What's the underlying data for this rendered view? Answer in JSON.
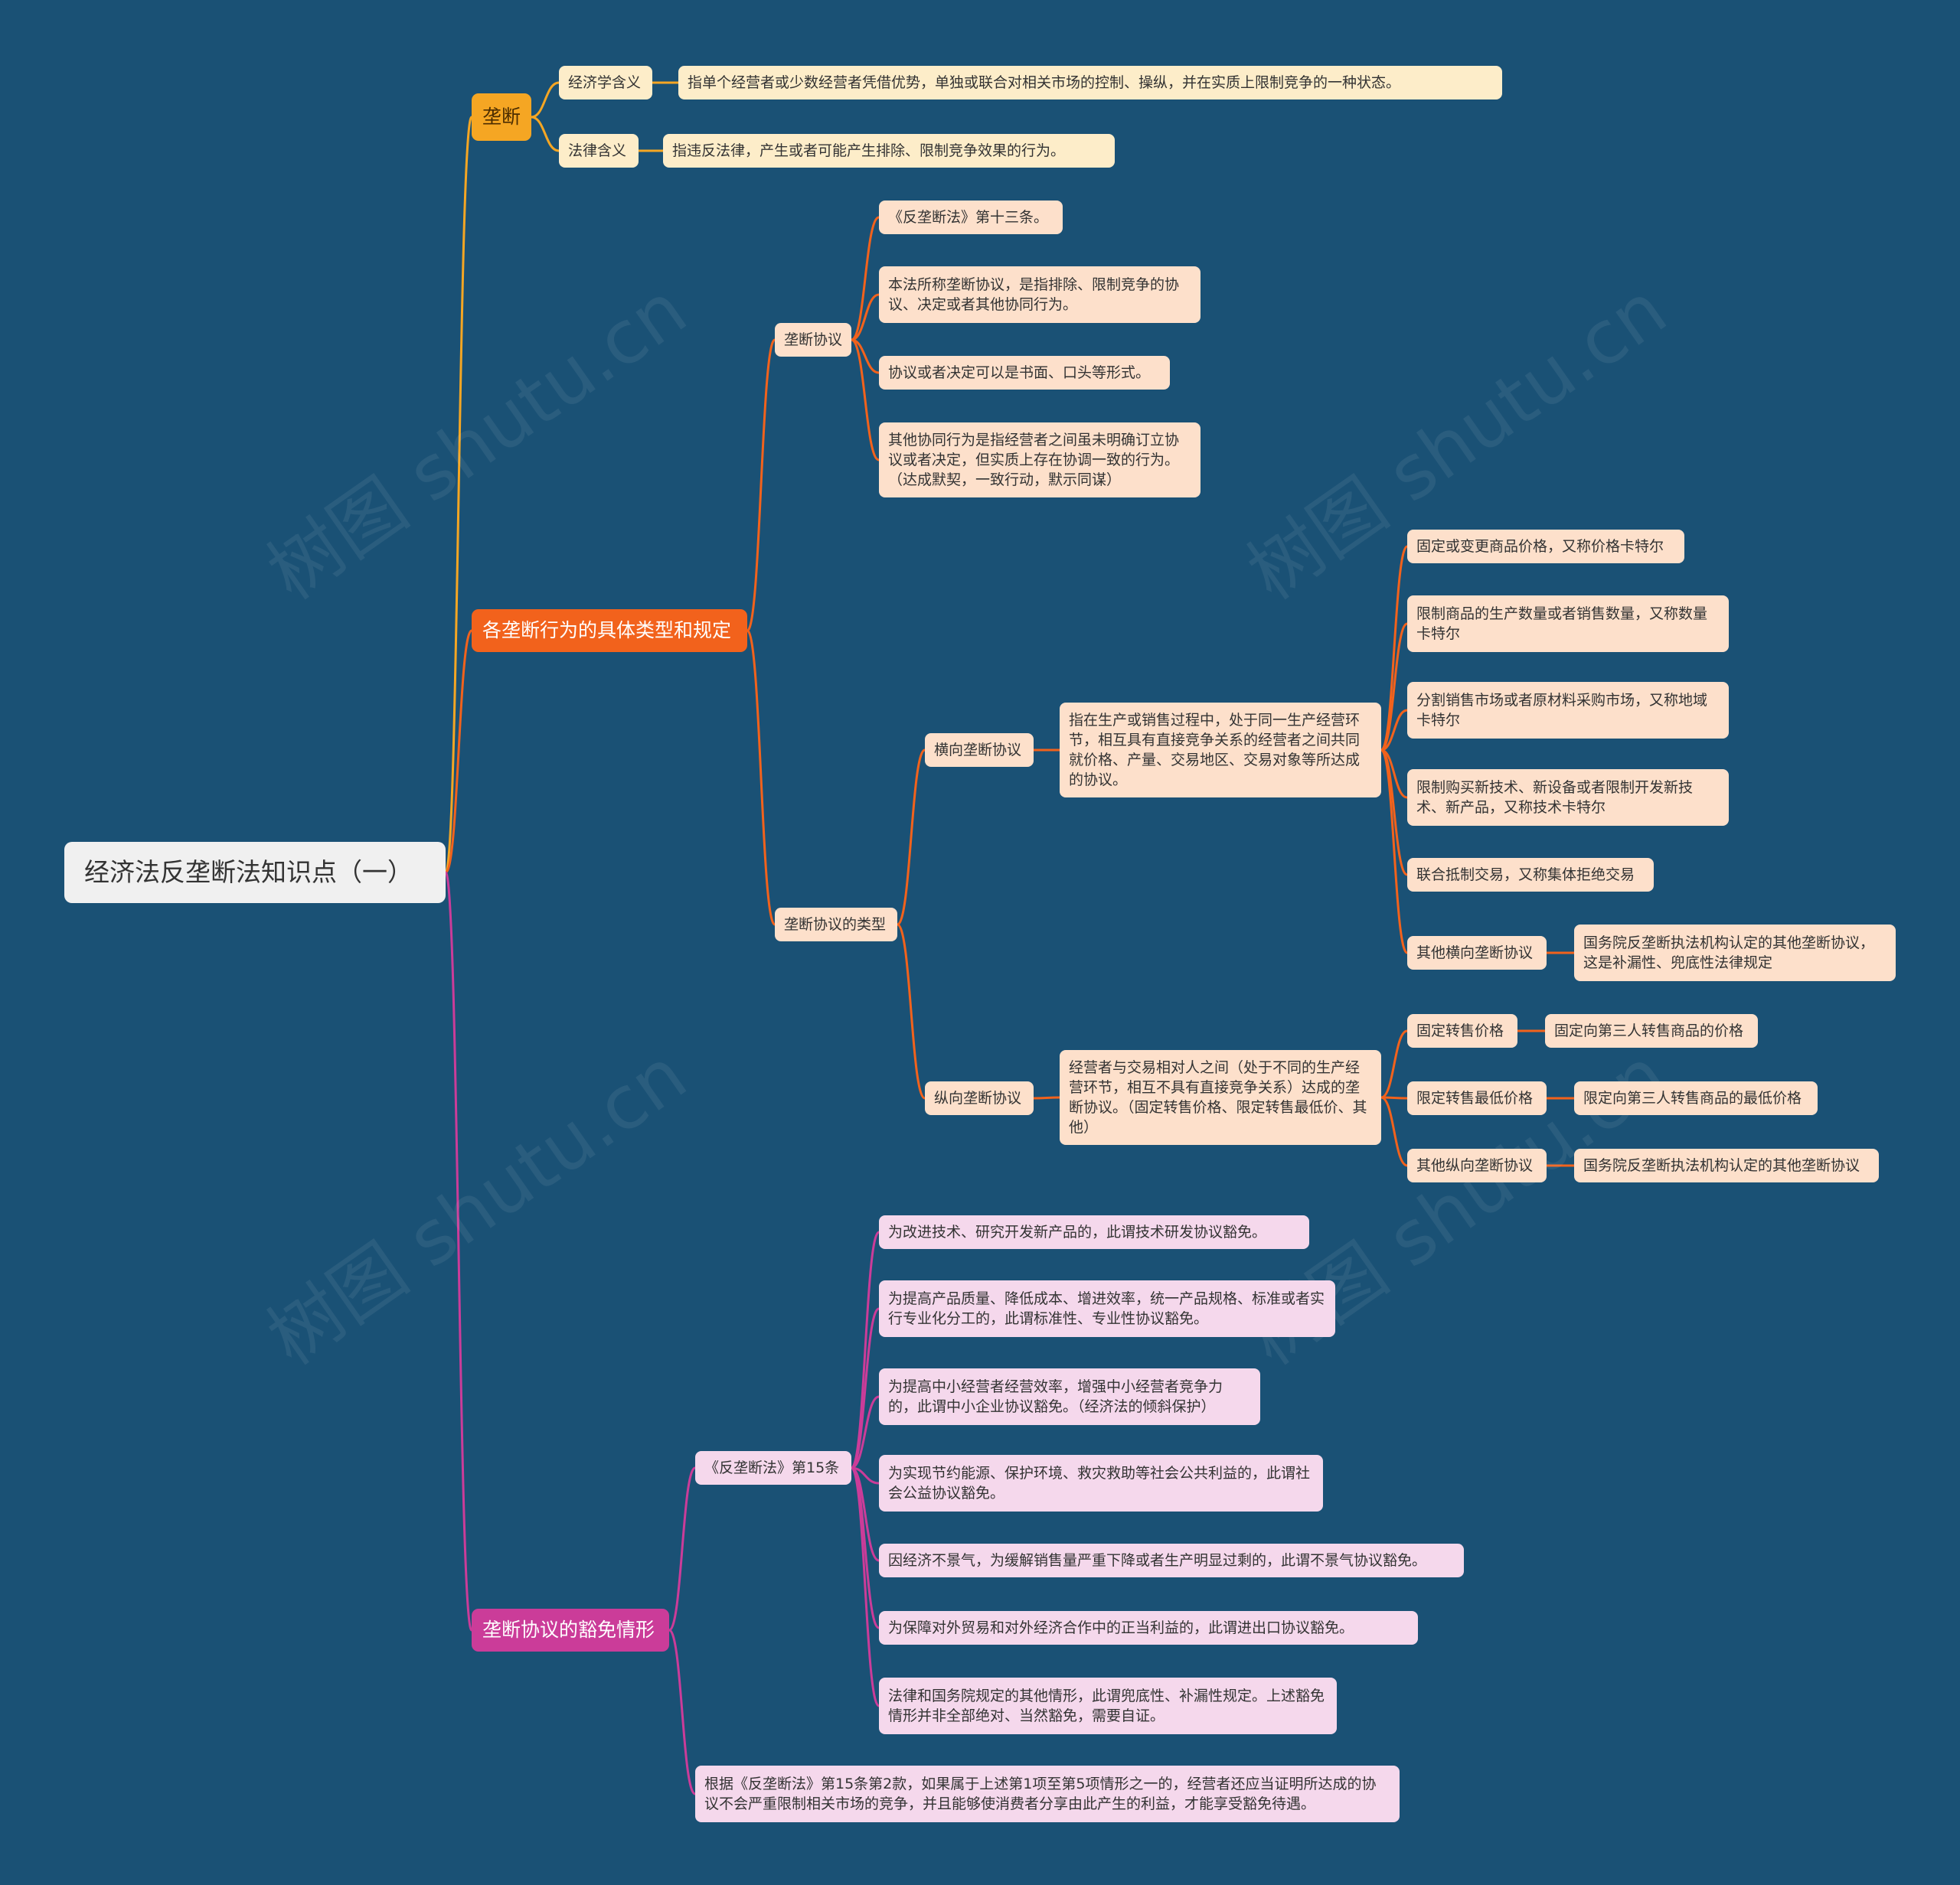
{
  "colors": {
    "background": "#1a5175",
    "branch_monopoly": "#f5a623",
    "branch_types": "#f2621c",
    "branch_exemption": "#cb3c99",
    "leaf_yellow": "#fdedc9",
    "leaf_orange": "#fde0cb",
    "leaf_pink": "#f5d8ec"
  },
  "watermark": "树图 shutu.cn",
  "mindmap": {
    "root": "经济法反垄断法知识点（一）",
    "monopoly": {
      "label": "垄断",
      "econ": {
        "label": "经济学含义",
        "text": "指单个经营者或少数经营者凭借优势，单独或联合对相关市场的控制、操纵，并在实质上限制竞争的一种状态。"
      },
      "legal": {
        "label": "法律含义",
        "text": "指违反法律，产生或者可能产生排除、限制竞争效果的行为。"
      }
    },
    "types": {
      "label": "各垄断行为的具体类型和规定",
      "agreement": {
        "label": "垄断协议",
        "items": [
          "《反垄断法》第十三条。",
          "本法所称垄断协议，是指排除、限制竞争的协议、决定或者其他协同行为。",
          "协议或者决定可以是书面、口头等形式。",
          "其他协同行为是指经营者之间虽未明确订立协议或者决定，但实质上存在协调一致的行为。（达成默契，一致行动，默示同谋）"
        ]
      },
      "agreement_types": {
        "label": "垄断协议的类型",
        "horizontal": {
          "label": "横向垄断协议",
          "desc": "指在生产或销售过程中，处于同一生产经营环节，相互具有直接竞争关系的经营者之间共同就价格、产量、交易地区、交易对象等所达成的协议。",
          "items": [
            "固定或变更商品价格，又称价格卡特尔",
            "限制商品的生产数量或者销售数量，又称数量卡特尔",
            "分割销售市场或者原材料采购市场，又称地域卡特尔",
            "限制购买新技术、新设备或者限制开发新技术、新产品，又称技术卡特尔",
            "联合抵制交易，又称集体拒绝交易"
          ],
          "other": {
            "label": "其他横向垄断协议",
            "text": "国务院反垄断执法机构认定的其他垄断协议，这是补漏性、兜底性法律规定"
          }
        },
        "vertical": {
          "label": "纵向垄断协议",
          "desc": "经营者与交易相对人之间（处于不同的生产经营环节，相互不具有直接竞争关系）达成的垄断协议。（固定转售价格、限定转售最低价、其他）",
          "items": [
            {
              "label": "固定转售价格",
              "text": "固定向第三人转售商品的价格"
            },
            {
              "label": "限定转售最低价格",
              "text": "限定向第三人转售商品的最低价格"
            },
            {
              "label": "其他纵向垄断协议",
              "text": "国务院反垄断执法机构认定的其他垄断协议"
            }
          ]
        }
      }
    },
    "exemption": {
      "label": "垄断协议的豁免情形",
      "art15": {
        "label": "《反垄断法》第15条",
        "items": [
          "为改进技术、研究开发新产品的，此谓技术研发协议豁免。",
          "为提高产品质量、降低成本、增进效率，统一产品规格、标准或者实行专业化分工的，此谓标准性、专业性协议豁免。",
          "为提高中小经营者经营效率，增强中小经营者竞争力的，此谓中小企业协议豁免。（经济法的倾斜保护）",
          "为实现节约能源、保护环境、救灾救助等社会公共利益的，此谓社会公益协议豁免。",
          "因经济不景气，为缓解销售量严重下降或者生产明显过剩的，此谓不景气协议豁免。",
          "为保障对外贸易和对外经济合作中的正当利益的，此谓进出口协议豁免。",
          "法律和国务院规定的其他情形，此谓兜底性、补漏性规定。上述豁免情形并非全部绝对、当然豁免，需要自证。"
        ]
      },
      "note": "根据《反垄断法》第15条第2款，如果属于上述第1项至第5项情形之一的，经营者还应当证明所达成的协议不会严重限制相关市场的竞争，并且能够使消费者分享由此产生的利益，才能享受豁免待遇。"
    }
  }
}
